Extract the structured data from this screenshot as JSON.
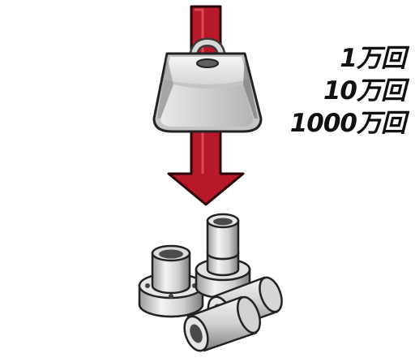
{
  "counts": [
    "1万回",
    "10万回",
    "1000万回"
  ],
  "icons": {
    "arrow": "down-arrow-icon",
    "weight": "weight-icon",
    "parts": "cylindrical-metal-parts-icon"
  },
  "colors": {
    "arrow_fill": "#b8192a",
    "arrow_outline": "#2a0508",
    "weight_light": "#eeeeee",
    "weight_mid": "#c6c6c6",
    "weight_dark": "#8e8e8e",
    "metal_light": "#f2f2f2",
    "metal_mid": "#c8c8c8",
    "metal_dark": "#7d7d7d",
    "text": "#111111"
  }
}
